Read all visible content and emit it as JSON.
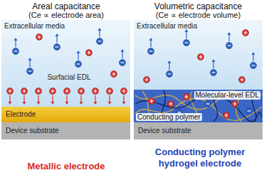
{
  "diagram": {
    "nodes": [
      {
        "text": [
          "Extracellular media"
        ]
      },
      {
        "text": [
          "Electrode"
        ]
      },
      {
        "text": [
          "Device substrate"
        ]
      },
      {
        "text": [
          "Extracellular media"
        ]
      },
      {
        "text": [
          "Molecular-level EDL",
          "Conducting polymer"
        ]
      },
      {
        "text": [
          "Device substrate"
        ]
      }
    ],
    "labels": [
      "Areal capacitance",
      "(Ce ∝ electrode area)",
      "Volumetric capacitance",
      "(Ce ∝ electrode volume)",
      "Surfacial EDL",
      "Metallic electrode",
      "Conducting polymer hydrogel electrode"
    ]
  }
}
